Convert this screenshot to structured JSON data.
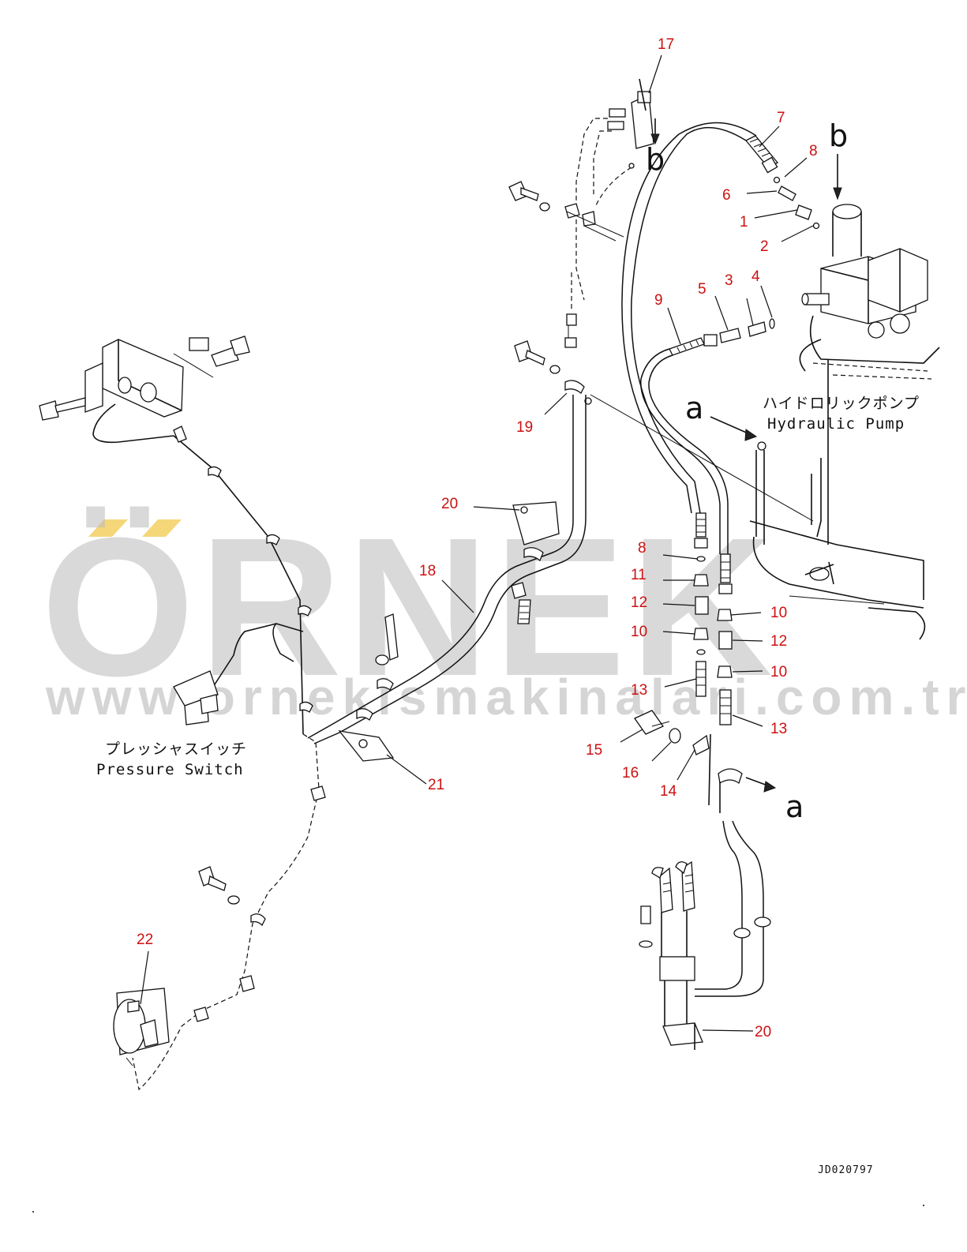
{
  "watermark": {
    "brand": "ÖRNEK",
    "url": "www.ornekismakinalari.com.tr",
    "accent_color": "#f5d77a",
    "text_color": "#b9b9b9"
  },
  "labels": {
    "hydraulic_pump_jp": "ハイドロリックポンプ",
    "hydraulic_pump_en": "Hydraulic Pump",
    "pressure_switch_jp": "プレッシャスイッチ",
    "pressure_switch_en": "Pressure Switch",
    "drawing_code": "JD020797"
  },
  "view_markers": {
    "b_top": "b",
    "b_pump": "b",
    "a_upper": "a",
    "a_lower": "a"
  },
  "callouts": {
    "c1": "1",
    "c2": "2",
    "c3": "3",
    "c4": "4",
    "c5": "5",
    "c6": "6",
    "c7": "7",
    "c8_top": "8",
    "c9": "9",
    "c8_mid": "8",
    "c11": "11",
    "c12_left": "12",
    "c10_left": "10",
    "c13_left": "13",
    "c10_r1": "10",
    "c12_right": "12",
    "c10_r2": "10",
    "c13_right": "13",
    "c14": "14",
    "c15": "15",
    "c16": "16",
    "c17": "17",
    "c18": "18",
    "c19": "19",
    "c20_top": "20",
    "c20_bottom": "20",
    "c21": "21",
    "c22": "22"
  },
  "colors": {
    "callout": "#cc1111",
    "line": "#111111"
  }
}
